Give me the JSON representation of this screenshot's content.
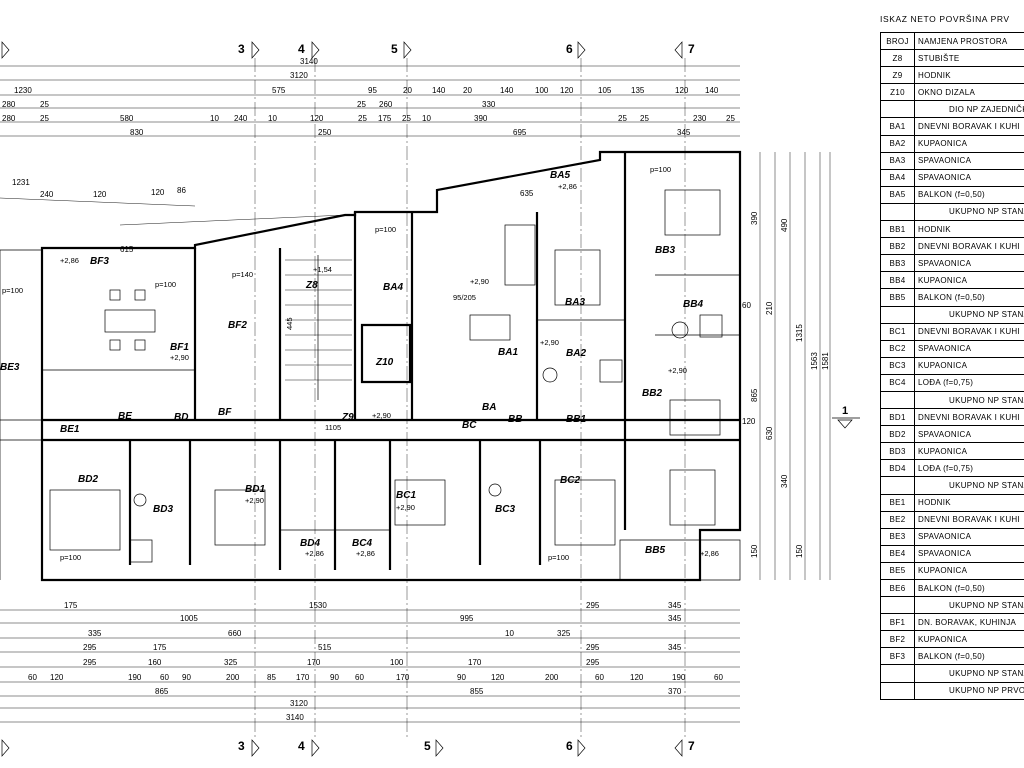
{
  "table": {
    "title": "ISKAZ NETO POVRŠINA PRV",
    "header": {
      "code": "BROJ",
      "name": "NAMJENA PROSTORA"
    },
    "rows": [
      {
        "code": "Z8",
        "name": "STUBIŠTE"
      },
      {
        "code": "Z9",
        "name": "HODNIK"
      },
      {
        "code": "Z10",
        "name": "OKNO DIZALA"
      },
      {
        "code": "",
        "name": "DIO NP ZAJEDNIČKIH PRO"
      },
      {
        "code": "BA1",
        "name": "DNEVNI BORAVAK I KUHI"
      },
      {
        "code": "BA2",
        "name": "KUPAONICA"
      },
      {
        "code": "BA3",
        "name": "SPAVAONICA"
      },
      {
        "code": "BA4",
        "name": "SPAVAONICA"
      },
      {
        "code": "BA5",
        "name": "BALKON (f=0,50)"
      },
      {
        "code": "",
        "name": "UKUPNO NP STANA \"BA\""
      },
      {
        "code": "BB1",
        "name": "HODNIK"
      },
      {
        "code": "BB2",
        "name": "DNEVNI BORAVAK I KUHI"
      },
      {
        "code": "BB3",
        "name": "SPAVAONICA"
      },
      {
        "code": "BB4",
        "name": "KUPAONICA"
      },
      {
        "code": "BB5",
        "name": "BALKON (f=0,50)"
      },
      {
        "code": "",
        "name": "UKUPNO NP STANA \"BB\""
      },
      {
        "code": "BC1",
        "name": "DNEVNI BORAVAK I KUHI"
      },
      {
        "code": "BC2",
        "name": "SPAVAONICA"
      },
      {
        "code": "BC3",
        "name": "KUPAONICA"
      },
      {
        "code": "BC4",
        "name": "LOĐA (f=0,75)"
      },
      {
        "code": "",
        "name": "UKUPNO NP STANA \"BC\""
      },
      {
        "code": "BD1",
        "name": "DNEVNI BORAVAK I KUHI"
      },
      {
        "code": "BD2",
        "name": "SPAVAONICA"
      },
      {
        "code": "BD3",
        "name": "KUPAONICA"
      },
      {
        "code": "BD4",
        "name": "LOĐA (f=0,75)"
      },
      {
        "code": "",
        "name": "UKUPNO NP STANA \"BD\""
      },
      {
        "code": "BE1",
        "name": "HODNIK"
      },
      {
        "code": "BE2",
        "name": "DNEVNI BORAVAK I KUHI"
      },
      {
        "code": "BE3",
        "name": "SPAVAONICA"
      },
      {
        "code": "BE4",
        "name": "SPAVAONICA"
      },
      {
        "code": "BE5",
        "name": "KUPAONICA"
      },
      {
        "code": "BE6",
        "name": "BALKON (f=0,50)"
      },
      {
        "code": "",
        "name": "UKUPNO NP STANA \"BE\""
      },
      {
        "code": "BF1",
        "name": "DN. BORAVAK, KUHINJA"
      },
      {
        "code": "BF2",
        "name": "KUPAONICA"
      },
      {
        "code": "BF3",
        "name": "BALKON (f=0,50)"
      },
      {
        "code": "",
        "name": "UKUPNO NP STANA \"BF\""
      },
      {
        "code": "",
        "name": "UKUPNO NP PRVOG KAT"
      }
    ]
  },
  "plan": {
    "axes_top": [
      "3",
      "4",
      "5",
      "6",
      "7"
    ],
    "axes_bottom": [
      "3",
      "4",
      "5",
      "6",
      "7"
    ],
    "section_mark": "1",
    "dims_top": {
      "row1": "3140",
      "row2": "3120",
      "row3": [
        "1230",
        "575",
        "95",
        "20",
        "140",
        "20",
        "140",
        "100",
        "120",
        "105",
        "135",
        "120",
        "140"
      ],
      "row4": [
        "280",
        "25",
        "25",
        "260",
        "330"
      ],
      "row5": [
        "280",
        "25",
        "580",
        "10",
        "240",
        "10",
        "120",
        "25",
        "175",
        "25",
        "10",
        "390",
        "25",
        "25",
        "230",
        "25"
      ],
      "row6": [
        "830",
        "250",
        "695",
        "345"
      ],
      "row7": [
        "1231",
        "240",
        "120",
        "120",
        "86"
      ]
    },
    "dims_bottom": {
      "row1": [
        "175",
        "1530",
        "295",
        "345"
      ],
      "row2": [
        "1005",
        "995",
        "345"
      ],
      "row3": [
        "335",
        "660",
        "10",
        "325"
      ],
      "row4": [
        "295",
        "175",
        "515",
        "295",
        "345"
      ],
      "row5": [
        "295",
        "160",
        "325",
        "170",
        "100",
        "170",
        "295"
      ],
      "row6": [
        "60",
        "120",
        "190",
        "60",
        "90",
        "200",
        "85",
        "170",
        "90",
        "60",
        "170",
        "90",
        "120",
        "200",
        "60",
        "120",
        "190",
        "60"
      ],
      "row7": [
        "865",
        "855",
        "370"
      ],
      "row8": "3120",
      "row9": "3140"
    },
    "dims_right": [
      "390",
      "490",
      "1315",
      "1563",
      "1581",
      "210",
      "60",
      "865",
      "630",
      "120",
      "340",
      "150",
      "150"
    ],
    "labels": {
      "BA5": "BA5",
      "BA4": "BA4",
      "BA3": "BA3",
      "BA2": "BA2",
      "BA1": "BA1",
      "BA": "BA",
      "BB3": "BB3",
      "BB4": "BB4",
      "BB2": "BB2",
      "BB1": "BB1",
      "BB5": "BB5",
      "BB": "BB",
      "BC1": "BC1",
      "BC2": "BC2",
      "BC3": "BC3",
      "BC4": "BC4",
      "BC": "BC",
      "BD1": "BD1",
      "BD2": "BD2",
      "BD3": "BD3",
      "BD4": "BD4",
      "BD": "BD",
      "BE1": "BE1",
      "BE": "BE",
      "BE3": "BE3",
      "BF1": "BF1",
      "BF2": "BF2",
      "BF3": "BF3",
      "BF": "BF",
      "Z8": "Z8",
      "Z9": "Z9",
      "Z10": "Z10"
    },
    "levels": [
      "+2,86",
      "+2,90",
      "+1,54",
      "+2,90",
      "+2,90",
      "+2,86",
      "+2,86",
      "+2,86",
      "+2,86",
      "+2,90",
      "+2,90",
      "+2,90",
      "+2,90"
    ],
    "openings": [
      "p=100",
      "p=100",
      "p=100",
      "p=100",
      "p=100",
      "p=100",
      "p=140"
    ],
    "misc": {
      "stair_height": "445",
      "stair_steps": "95/205",
      "dim_1105": "1105",
      "dim_615": "615",
      "dim_635": "635"
    }
  }
}
